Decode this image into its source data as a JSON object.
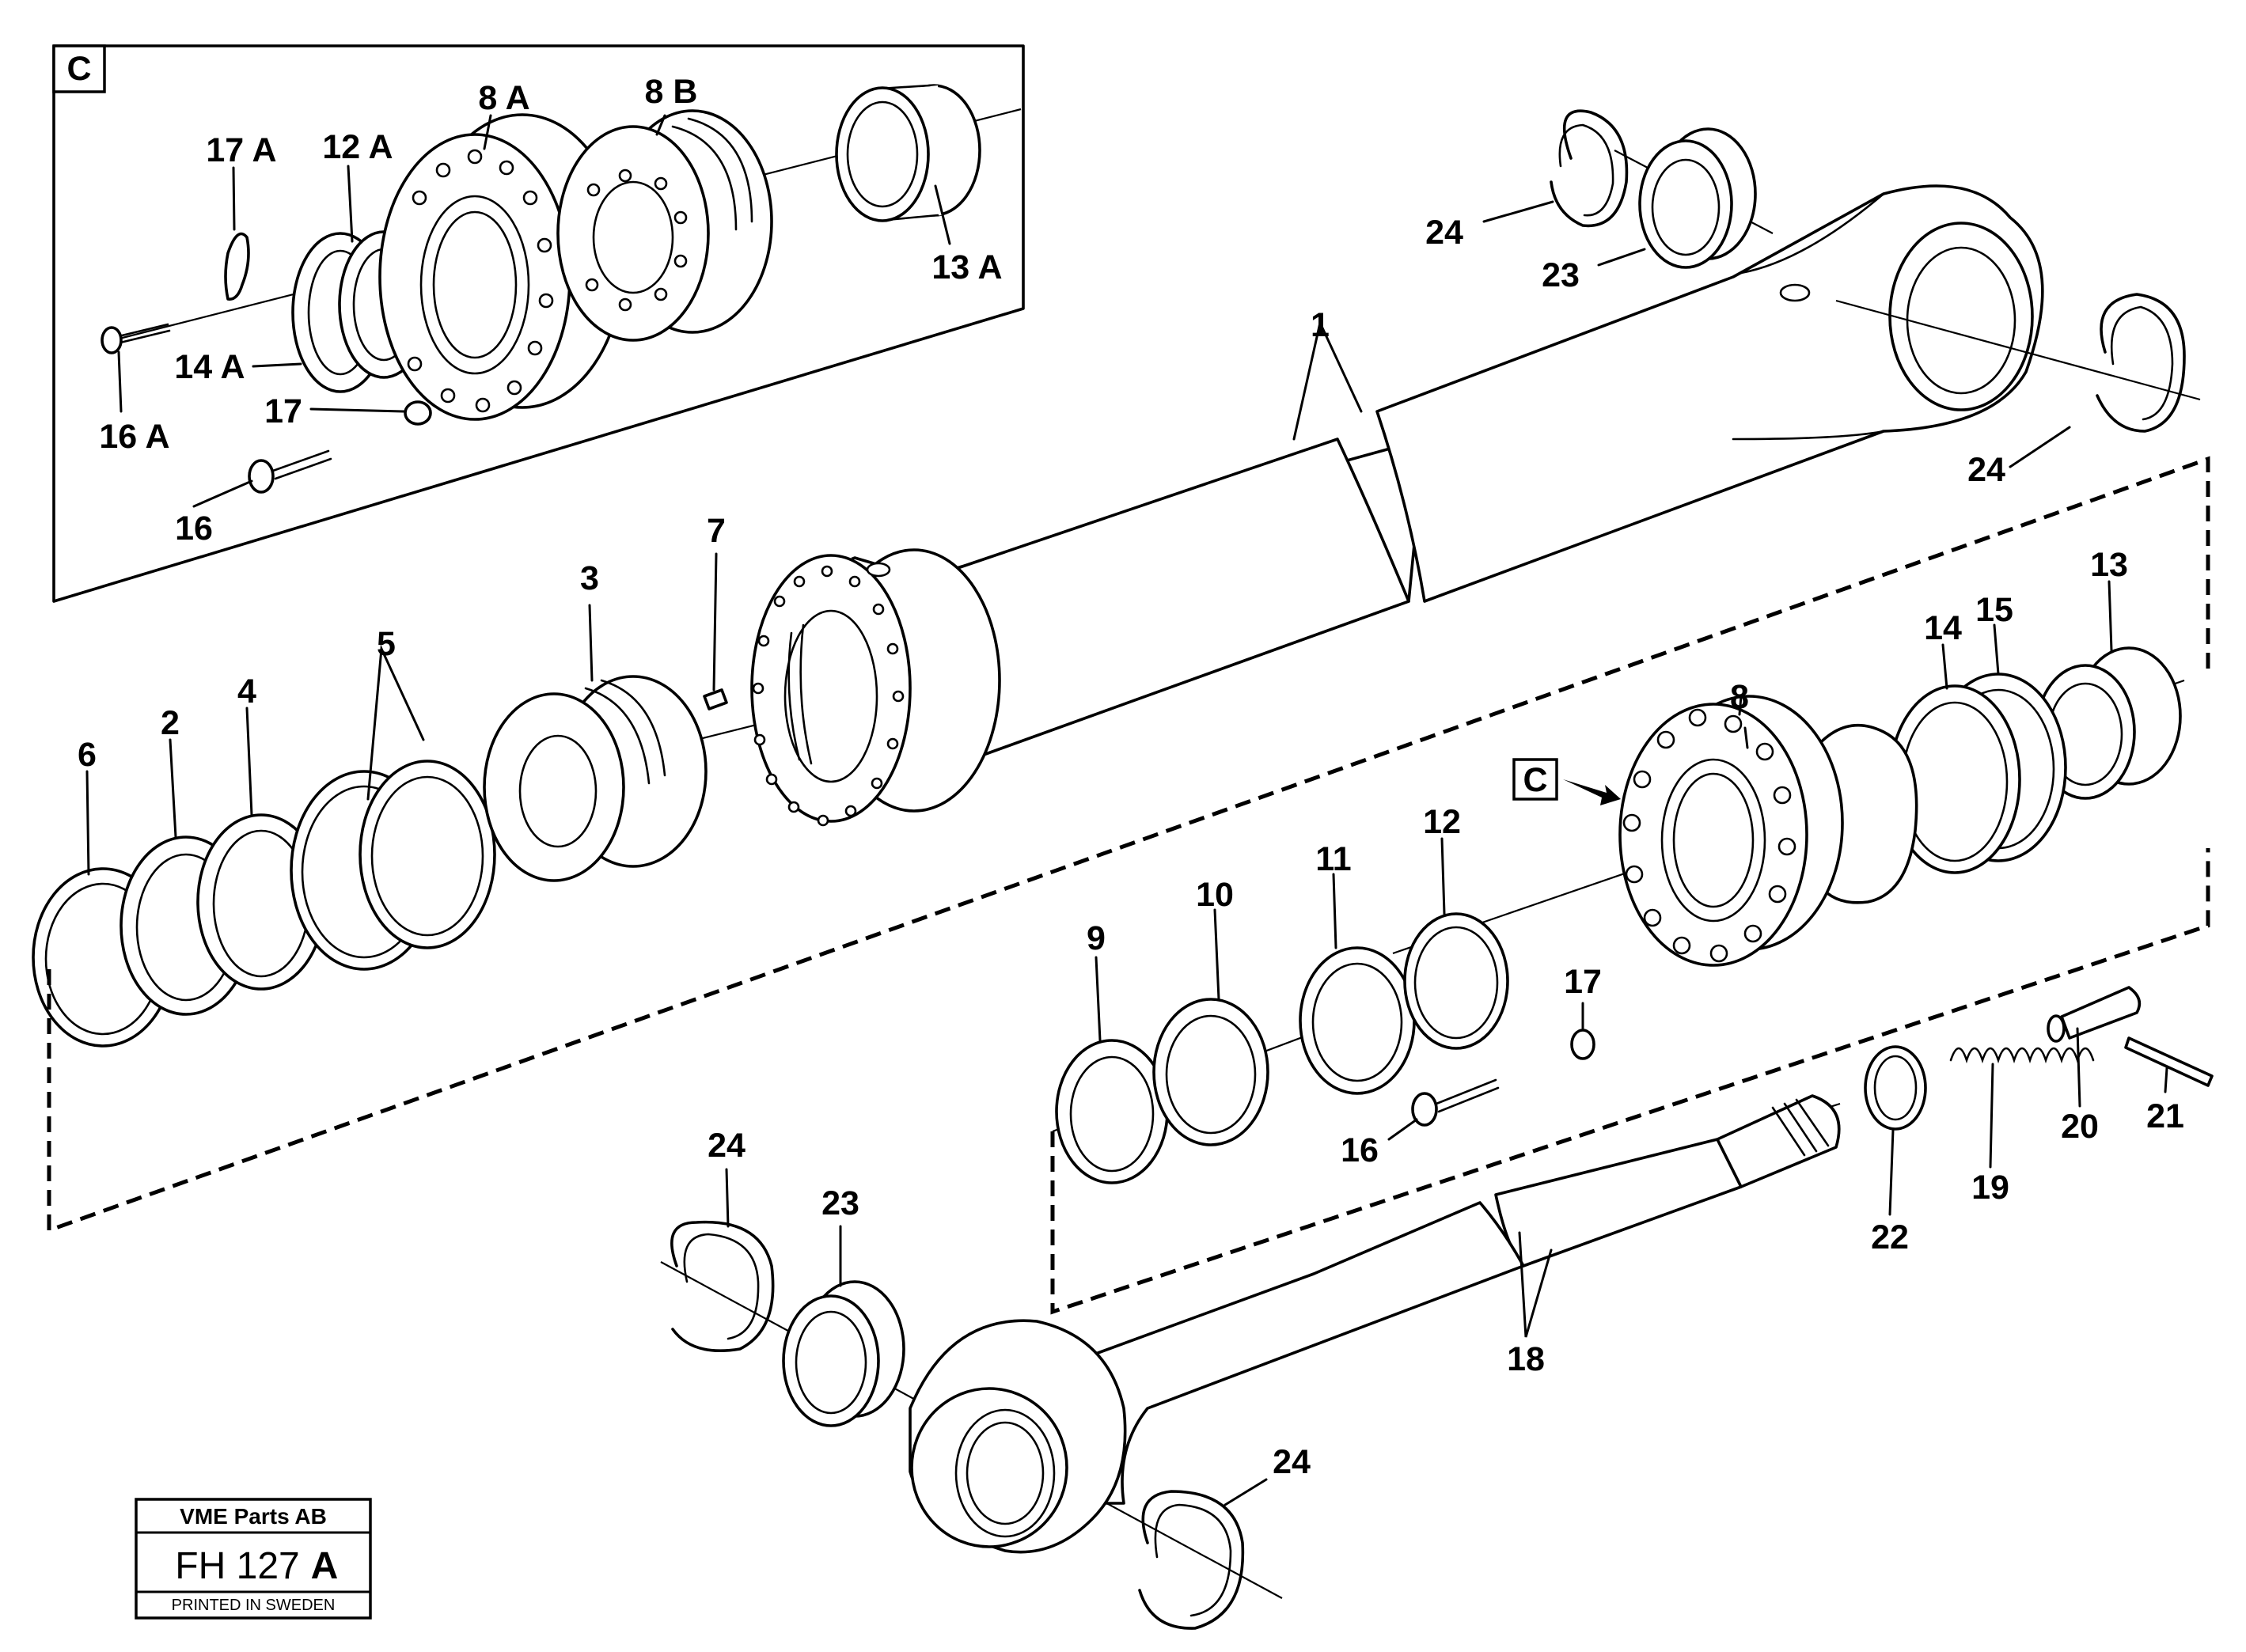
{
  "inset": {
    "view_letter": "C",
    "labels": {
      "p8a": "8 A",
      "p8b": "8 B",
      "p17a": "17 A",
      "p12a": "12 A",
      "p13a": "13 A",
      "p14a": "14 A",
      "p16a": "16 A",
      "p17": "17",
      "p16": "16"
    }
  },
  "labels": {
    "p1": "1",
    "p2": "2",
    "p3": "3",
    "p4": "4",
    "p5": "5",
    "p6": "6",
    "p7": "7",
    "p8": "8",
    "p9": "9",
    "p10": "10",
    "p11": "11",
    "p12": "12",
    "p13": "13",
    "p14": "14",
    "p15": "15",
    "p16": "16",
    "p17": "17",
    "p18": "18",
    "p19": "19",
    "p20": "20",
    "p21": "21",
    "p22": "22",
    "p23_top": "23",
    "p24_top": "24",
    "p24_right": "24",
    "p23_bottom": "23",
    "p24_bottom_left": "24",
    "p24_bottom_right": "24"
  },
  "view_callout": "C",
  "title_block": {
    "company": "VME Parts AB",
    "drawing_number": "FH 127",
    "revision": "A",
    "printed": "PRINTED IN SWEDEN"
  }
}
